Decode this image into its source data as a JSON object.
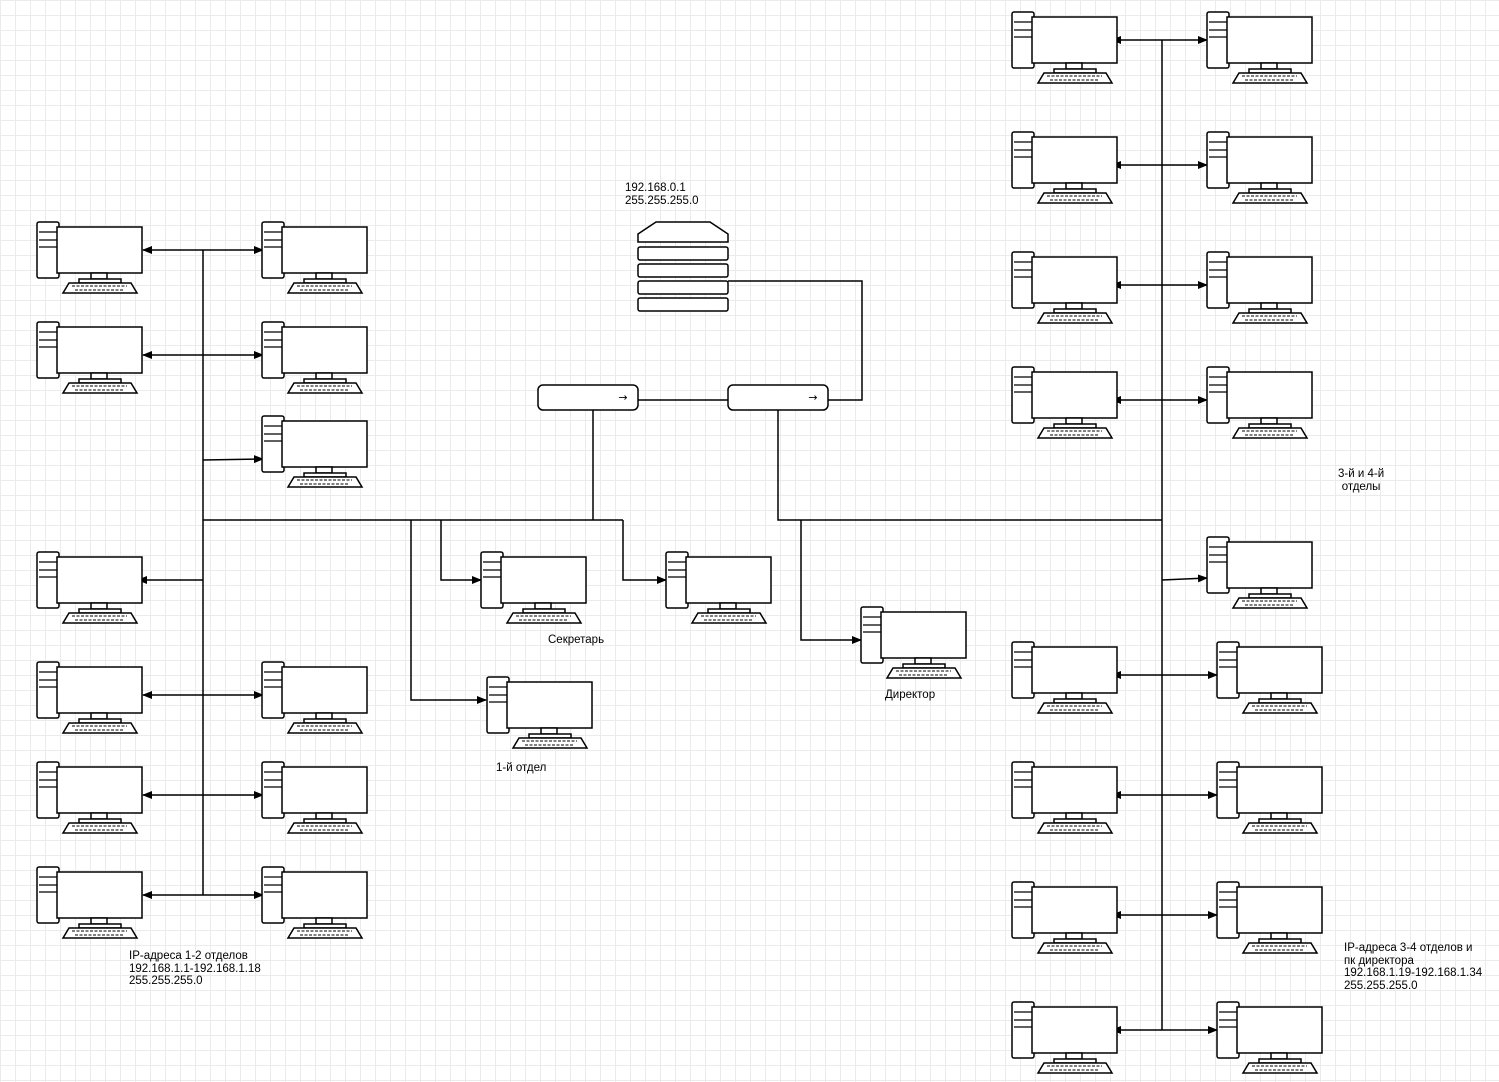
{
  "server": {
    "ip": "192.168.0.1",
    "mask": "255.255.255.0"
  },
  "labels": {
    "secretary": "Секретарь",
    "director": "Директор",
    "dept1": "1-й отдел",
    "dept34": "3-й и 4-й\nотделы"
  },
  "notes": {
    "left": {
      "title": "IP-адреса 1-2 отделов",
      "range": "192.168.1.1-192.168.1.18",
      "mask": "255.255.255.0"
    },
    "right": {
      "title": "IP-адреса 3-4 отделов и\nпк директора",
      "range": "192.168.1.19-192.168.1.34",
      "mask": "255.255.255.0"
    }
  },
  "switch_glyph": "→"
}
